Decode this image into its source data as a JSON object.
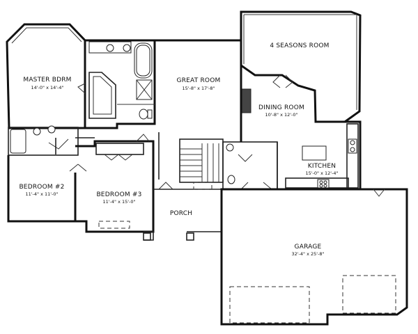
{
  "rooms": {
    "four_seasons": {
      "name": "4 SEASONS ROOM"
    },
    "master": {
      "name": "MASTER BDRM",
      "dims": "14'-0\" x 14'-4\""
    },
    "great": {
      "name": "GREAT ROOM",
      "dims": "15'-8\" x 17'-8\""
    },
    "dining": {
      "name": "DINING ROOM",
      "dims": "10'-8\" x 12'-0\""
    },
    "kitchen": {
      "name": "KITCHEN",
      "dims": "15'-0\" x 12'-4\""
    },
    "bed2": {
      "name": "BEDROOM #2",
      "dims": "11'-4\" x 11'-0\""
    },
    "bed3": {
      "name": "BEDROOM #3",
      "dims": "11'-4\" x 15'-0\""
    },
    "porch": {
      "name": "PORCH"
    },
    "garage": {
      "name": "GARAGE",
      "dims": "32'-4\" x 25'-8\""
    }
  },
  "colors": {
    "wall": "#111111",
    "background": "#ffffff"
  }
}
